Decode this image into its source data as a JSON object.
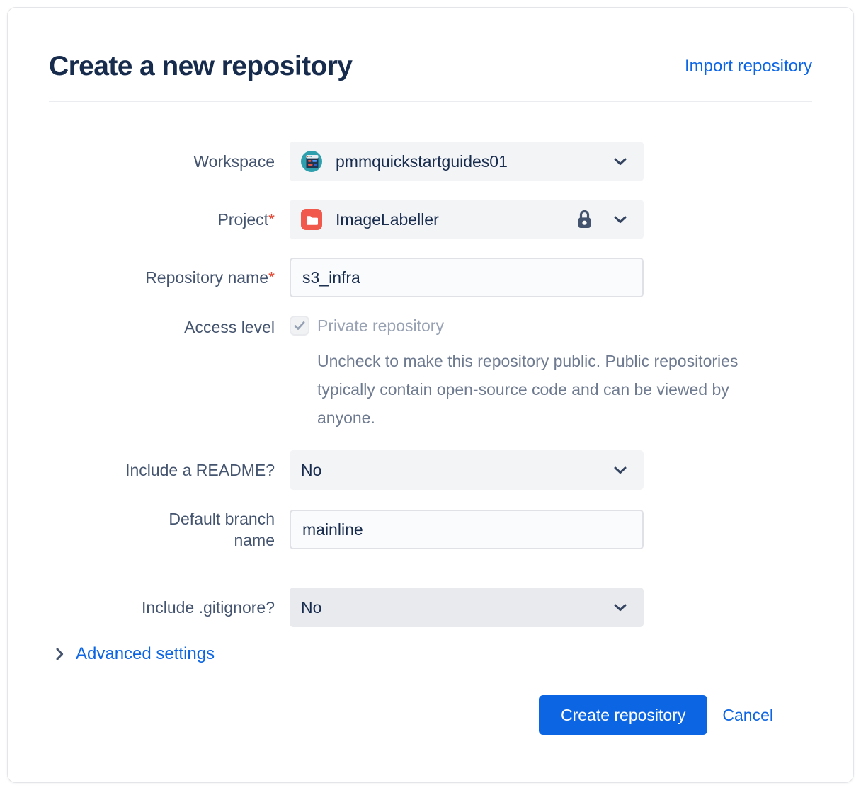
{
  "dialog": {
    "title": "Create a new repository",
    "import_link": "Import repository"
  },
  "form": {
    "workspace": {
      "label": "Workspace",
      "value": "pmmquickstartguides01"
    },
    "project": {
      "label": "Project",
      "required_marker": "*",
      "value": "ImageLabeller",
      "locked": true
    },
    "repository_name": {
      "label": "Repository name",
      "required_marker": "*",
      "value": "s3_infra"
    },
    "access_level": {
      "label": "Access level",
      "checkbox_label": "Private repository",
      "checkbox_checked": true,
      "checkbox_disabled": true,
      "helper_text": "Uncheck to make this repository public. Public repositories typically contain open-source code and can be viewed by anyone."
    },
    "readme": {
      "label": "Include a README?",
      "value": "No"
    },
    "default_branch": {
      "label": "Default branch name",
      "value": "mainline"
    },
    "gitignore": {
      "label": "Include .gitignore?",
      "value": "No"
    }
  },
  "advanced_settings": {
    "label": "Advanced settings"
  },
  "actions": {
    "create_label": "Create repository",
    "cancel_label": "Cancel"
  },
  "icons": {
    "workspace_avatar": "teal-circle-browser-window",
    "project_avatar": "red-folder",
    "lock": "lock-closed",
    "chevron_down": "chevron-down",
    "chevron_right": "chevron-right",
    "checkmark": "gray-check"
  },
  "colors": {
    "primary_blue": "#0C66E4",
    "title_navy": "#172B4D",
    "label_slate": "#44546F",
    "required_red": "#E34935",
    "select_bg": "#F3F4F6",
    "select_bg_dark": "#E9EAEE",
    "input_bg": "#FAFBFC",
    "input_border": "#DFE1E6",
    "helper_gray": "#6E7A8F",
    "disabled_text": "#98A2B3",
    "avatar_teal": "#2E9FAD",
    "folder_red": "#F1594C"
  }
}
